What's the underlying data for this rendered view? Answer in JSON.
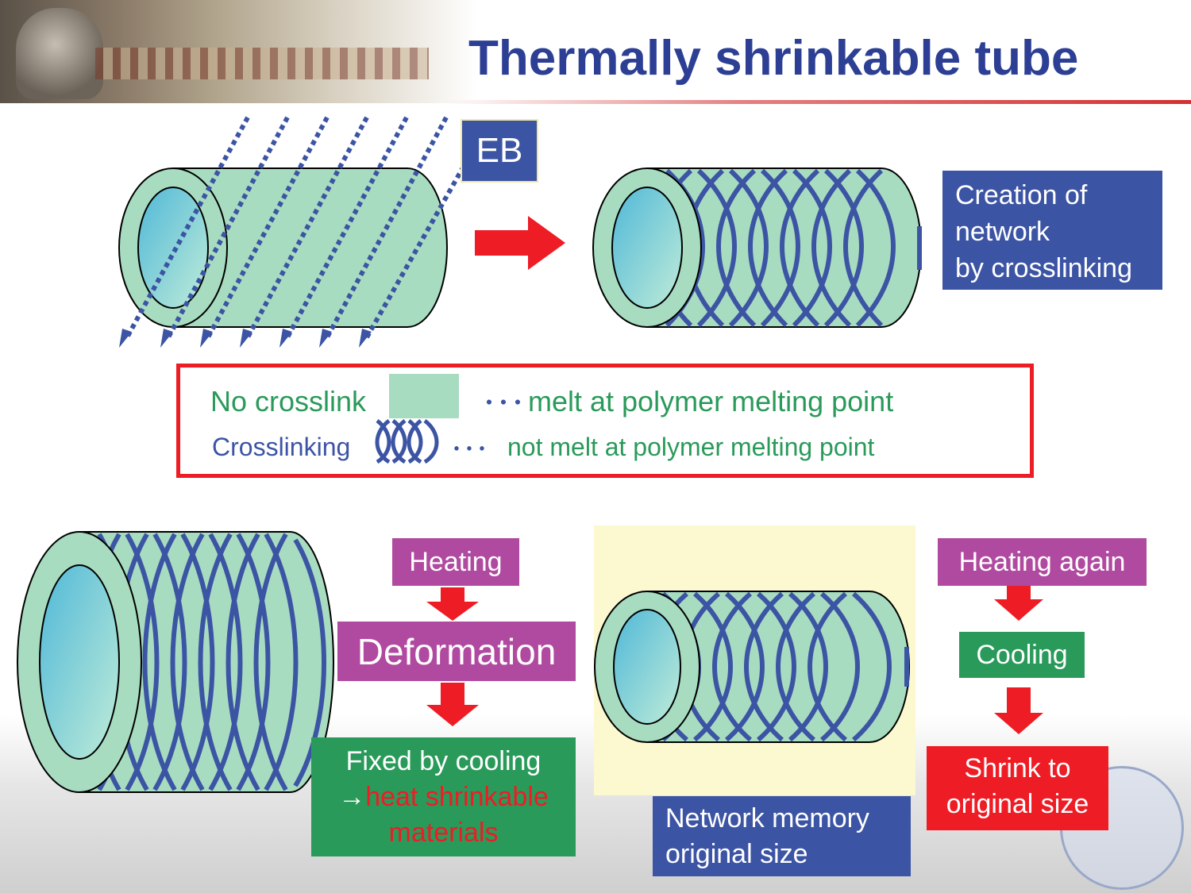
{
  "title": "Thermally shrinkable tube",
  "eb_label": "EB",
  "creation_label_lines": [
    "Creation of",
    "network",
    "by crosslinking"
  ],
  "legend": {
    "no_crosslink_label": "No crosslink",
    "dots": "･･･",
    "melt_text": "melt at polymer melting point",
    "crosslinking_label": "Crosslinking",
    "not_melt_text": "not melt at polymer melting point"
  },
  "steps": {
    "heating": "Heating",
    "deformation": "Deformation",
    "fixed_line1": "Fixed by cooling",
    "fixed_arrow": "→",
    "fixed_line2_red": "heat shrinkable",
    "fixed_line3_red": "materials",
    "network_memory_line1": "Network memory",
    "network_memory_line2": "original size",
    "heating_again": "Heating again",
    "cooling": "Cooling",
    "shrink_line1": "Shrink to",
    "shrink_line2": "original size"
  },
  "colors": {
    "title_blue": "#2c3f94",
    "box_blue": "#3c54a4",
    "box_purple": "#b04aa0",
    "box_green": "#2a9a5a",
    "arrow_red": "#ee1c24",
    "tube_green": "#a8dcc0",
    "panel_yellow": "#fcf9d0"
  }
}
